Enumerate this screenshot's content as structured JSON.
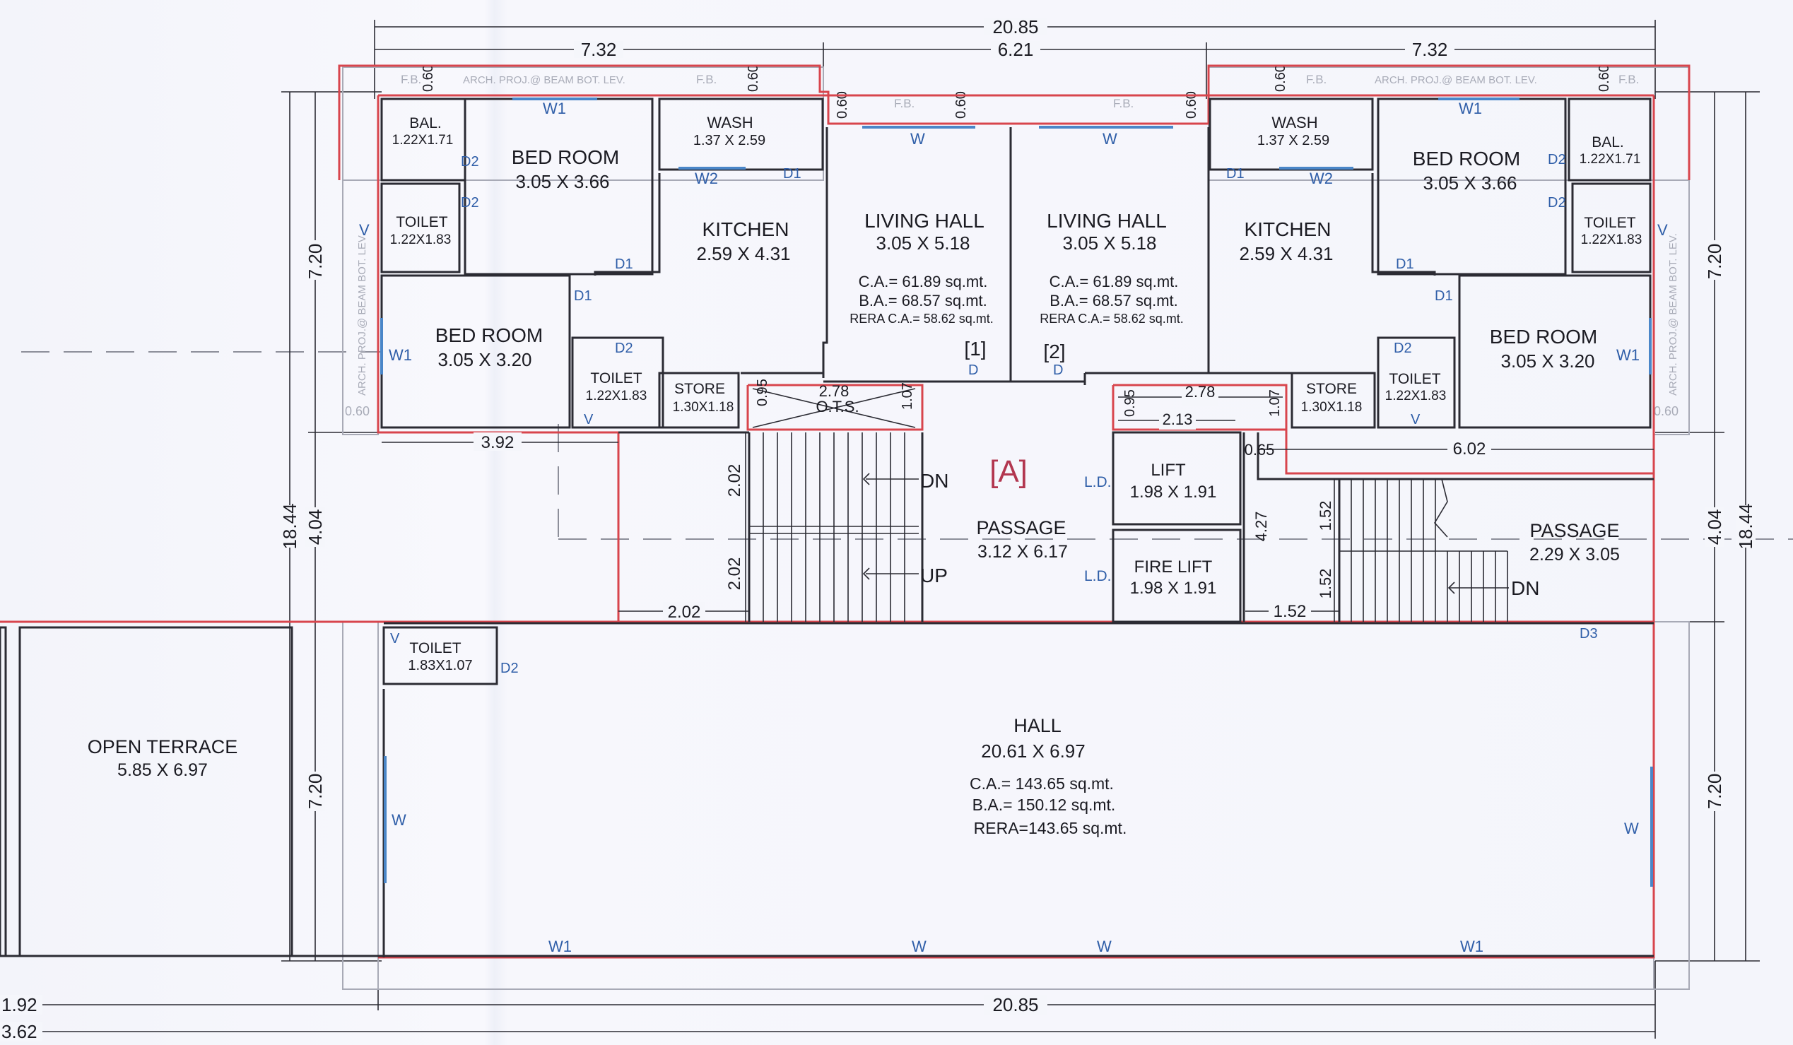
{
  "overall": {
    "top_width": "20.85",
    "bottom_width": "20.85",
    "left_depth": "18.44",
    "right_depth": "18.44",
    "bottom_left_1": "1.92",
    "bottom_left_2": "3.62"
  },
  "top_dims": {
    "left": "7.32",
    "middle": "6.21",
    "right": "7.32"
  },
  "side_dims": {
    "left_upper": "7.20",
    "left_mid": "4.04",
    "left_lower": "7.20",
    "right_upper": "7.20",
    "right_mid": "4.04",
    "right_lower": "7.20"
  },
  "ghost": {
    "fb": "F.B.",
    "arch_proj": "ARCH. PROJ.@ BEAM BOT. LEV.",
    "offset_060": "0.60"
  },
  "flat1": {
    "marker": "[1]",
    "balcony": {
      "name": "BAL.",
      "size": "1.22X1.71"
    },
    "bedroom_a": {
      "name": "BED ROOM",
      "size": "3.05 X 3.66"
    },
    "wash": {
      "name": "WASH",
      "size": "1.37 X 2.59"
    },
    "toilet_a": {
      "name": "TOILET",
      "size": "1.22X1.83"
    },
    "kitchen": {
      "name": "KITCHEN",
      "size": "2.59 X 4.31"
    },
    "living": {
      "name": "LIVING HALL",
      "size": "3.05 X 5.18",
      "ca": "C.A.= 61.89 sq.mt.",
      "ba": "B.A.= 68.57 sq.mt.",
      "rera": "RERA C.A.= 58.62 sq.mt."
    },
    "bedroom_b": {
      "name": "BED ROOM",
      "size": "3.05 X 3.20"
    },
    "toilet_b": {
      "name": "TOILET",
      "size": "1.22X1.83"
    },
    "store": {
      "name": "STORE",
      "size": "1.30X1.18"
    }
  },
  "flat2": {
    "marker": "[2]",
    "balcony": {
      "name": "BAL.",
      "size": "1.22X1.71"
    },
    "bedroom_a": {
      "name": "BED ROOM",
      "size": "3.05 X 3.66"
    },
    "wash": {
      "name": "WASH",
      "size": "1.37 X 2.59"
    },
    "toilet_a": {
      "name": "TOILET",
      "size": "1.22X1.83"
    },
    "kitchen": {
      "name": "KITCHEN",
      "size": "2.59 X 4.31"
    },
    "living": {
      "name": "LIVING HALL",
      "size": "3.05 X 5.18",
      "ca": "C.A.= 61.89 sq.mt.",
      "ba": "B.A.= 68.57 sq.mt.",
      "rera": "RERA C.A.= 58.62 sq.mt."
    },
    "bedroom_b": {
      "name": "BED ROOM",
      "size": "3.05 X 3.20"
    },
    "toilet_b": {
      "name": "TOILET",
      "size": "1.22X1.83"
    },
    "store": {
      "name": "STORE",
      "size": "1.30X1.18"
    }
  },
  "core": {
    "wing": "[A]",
    "ots": "O.T.S.",
    "ots_w": "2.78",
    "ots_d1": "0.95",
    "ots_d2": "1.07",
    "dn": "DN",
    "up": "UP",
    "stair_d1": "2.02",
    "stair_d2": "2.02",
    "stair_w": "2.02",
    "passage": {
      "name": "PASSAGE",
      "size": "3.12 X 6.17"
    },
    "lift": {
      "name": "LIFT",
      "size": "1.98 X 1.91"
    },
    "fire_lift": {
      "name": "FIRE LIFT",
      "size": "1.98 X 1.91"
    },
    "ld": "L.D.",
    "right_ots_w": "2.78",
    "right_ots_d1": "0.95",
    "right_ots_d2": "1.07",
    "right_213": "2.13",
    "left_392": "3.92",
    "right_065": "0.65",
    "right_602": "6.02",
    "passage2": {
      "name": "PASSAGE",
      "size": "2.29 X 3.05"
    },
    "dn2": "DN",
    "stair2_d1": "1.52",
    "stair2_d2": "1.52",
    "stair2_w": "1.52",
    "stair2_h": "4.27"
  },
  "lower": {
    "toilet": {
      "name": "TOILET",
      "size": "1.83X1.07"
    },
    "terrace": {
      "name": "OPEN TERRACE",
      "size": "5.85 X 6.97"
    },
    "hall": {
      "name": "HALL",
      "size": "20.61 X 6.97",
      "ca": "C.A.= 143.65 sq.mt.",
      "ba": "B.A.= 150.12 sq.mt.",
      "rera": "RERA=143.65 sq.mt."
    }
  },
  "tags": {
    "w1": "W1",
    "w2": "W2",
    "w": "W",
    "d": "D",
    "d1": "D1",
    "d2": "D2",
    "d3": "D3",
    "v": "V"
  }
}
